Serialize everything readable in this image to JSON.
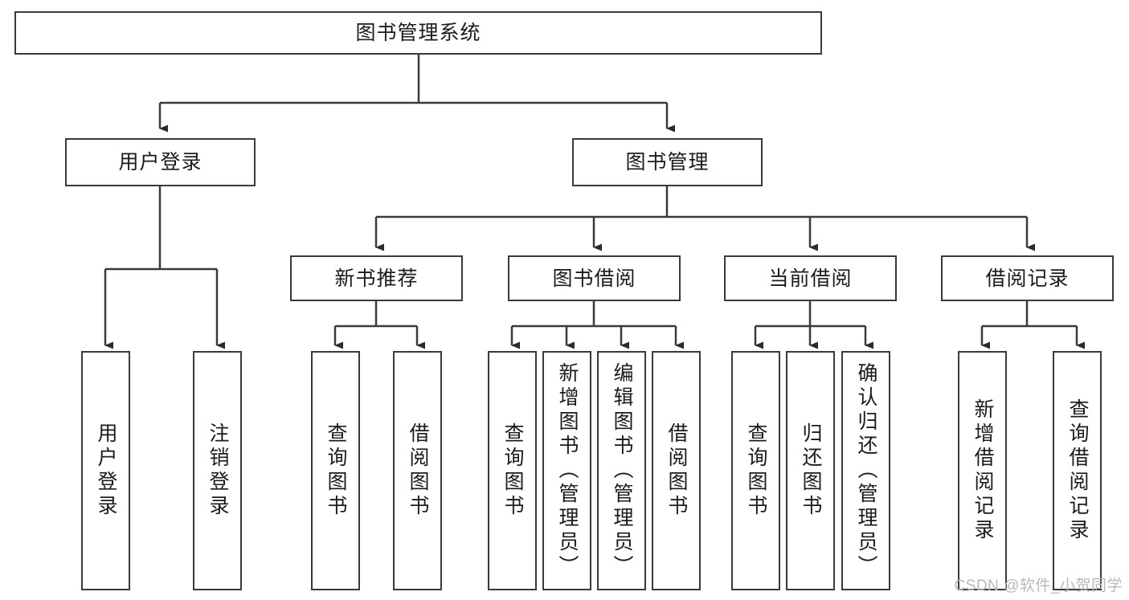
{
  "diagram": {
    "title": "图书管理系统",
    "type": "tree-hierarchy-chart",
    "root": {
      "label": "图书管理系统"
    },
    "level2": [
      {
        "label": "用户登录"
      },
      {
        "label": "图书管理"
      }
    ],
    "level3": [
      {
        "label": "新书推荐"
      },
      {
        "label": "图书借阅"
      },
      {
        "label": "当前借阅"
      },
      {
        "label": "借阅记录"
      }
    ],
    "leaves": [
      {
        "label": "用户登录"
      },
      {
        "label": "注销登录"
      },
      {
        "label": "查询图书"
      },
      {
        "label": "借阅图书"
      },
      {
        "label": "查询图书"
      },
      {
        "label": "新增图书（管理员）"
      },
      {
        "label": "编辑图书（管理员）"
      },
      {
        "label": "借阅图书"
      },
      {
        "label": "查询图书"
      },
      {
        "label": "归还图书"
      },
      {
        "label": "确认归还（管理员）"
      },
      {
        "label": "新增借阅记录"
      },
      {
        "label": "查询借阅记录"
      }
    ],
    "groups": {
      "user_login": [
        "用户登录",
        "注销登录"
      ],
      "new_book_recommend": [
        "查询图书",
        "借阅图书"
      ],
      "book_borrow": [
        "查询图书",
        "新增图书（管理员）",
        "编辑图书（管理员）",
        "借阅图书"
      ],
      "current_borrow": [
        "查询图书",
        "归还图书",
        "确认归还（管理员）"
      ],
      "borrow_record": [
        "新增借阅记录",
        "查询借阅记录"
      ]
    },
    "colors": {
      "stroke": "#3a3a3a",
      "fill": "#ffffff",
      "text": "#1b1b1b",
      "watermark": "#b9b9b9"
    }
  },
  "watermark": {
    "text": "CSDN @软件_小贺同学"
  }
}
